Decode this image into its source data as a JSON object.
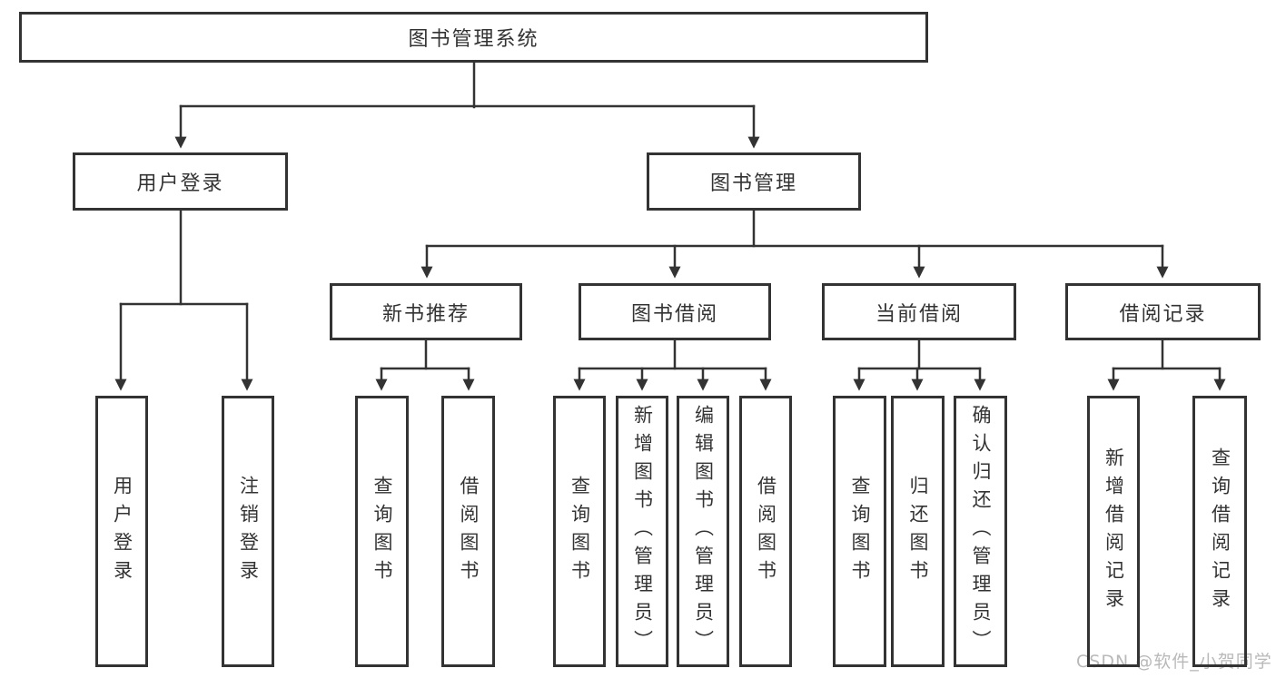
{
  "diagram": {
    "root": {
      "label": "图书管理系统"
    },
    "branches": [
      {
        "id": "user-login",
        "label": "用户登录",
        "leaves": [
          {
            "label": "用户登录"
          },
          {
            "label": "注销登录"
          }
        ]
      },
      {
        "id": "book-management",
        "label": "图书管理",
        "groups": [
          {
            "id": "new-book-recommend",
            "label": "新书推荐",
            "leaves": [
              {
                "label": "查询图书"
              },
              {
                "label": "借阅图书"
              }
            ]
          },
          {
            "id": "book-borrow",
            "label": "图书借阅",
            "leaves": [
              {
                "label": "查询图书"
              },
              {
                "label": "新增图书（管理员）"
              },
              {
                "label": "编辑图书（管理员）"
              },
              {
                "label": "借阅图书"
              }
            ]
          },
          {
            "id": "current-borrow",
            "label": "当前借阅",
            "leaves": [
              {
                "label": "查询图书"
              },
              {
                "label": "归还图书"
              },
              {
                "label": "确认归还（管理员）"
              }
            ]
          },
          {
            "id": "borrow-record",
            "label": "借阅记录",
            "leaves": [
              {
                "label": "新增借阅记录"
              },
              {
                "label": "查询借阅记录"
              }
            ]
          }
        ]
      }
    ],
    "watermark": "CSDN @软件_小贺同学",
    "colors": {
      "line": "#333333",
      "box_border": "#333333",
      "text": "#333333",
      "watermark": "#b9b9b9",
      "background": "#ffffff"
    }
  }
}
